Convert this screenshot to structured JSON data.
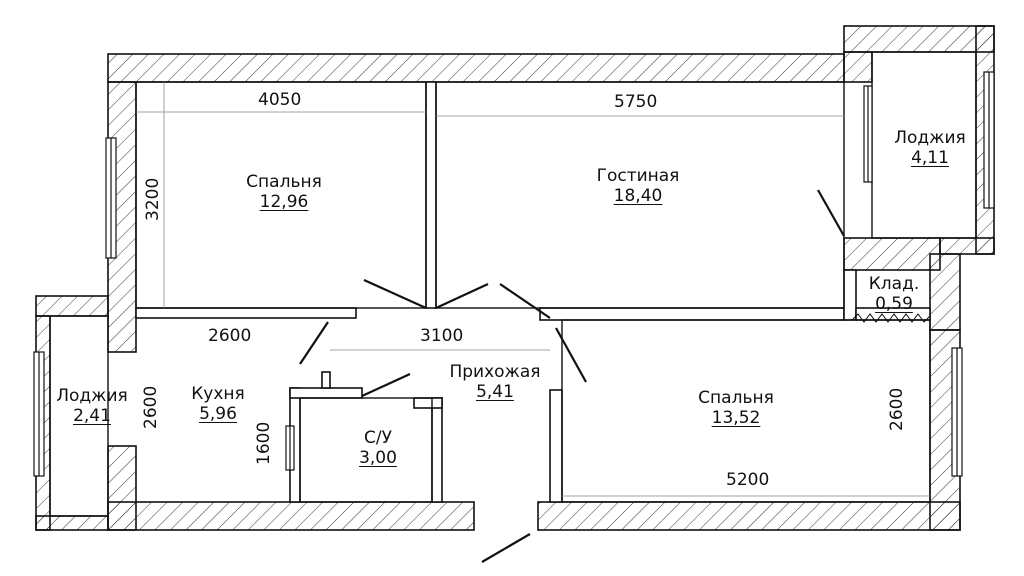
{
  "rooms": {
    "bedroom1": {
      "name": "Спальня",
      "area": "12,96"
    },
    "living": {
      "name": "Гостиная",
      "area": "18,40"
    },
    "loggia_top": {
      "name": "Лоджия",
      "area": "4,11"
    },
    "storage": {
      "name": "Клад.",
      "area": "0,59"
    },
    "loggia_left": {
      "name": "Лоджия",
      "area": "2,41"
    },
    "kitchen": {
      "name": "Кухня",
      "area": "5,96"
    },
    "hall": {
      "name": "Прихожая",
      "area": "5,41"
    },
    "bathroom": {
      "name": "С/У",
      "area": "3,00"
    },
    "bedroom2": {
      "name": "Спальня",
      "area": "13,52"
    }
  },
  "dimensions": {
    "d4050": "4050",
    "d5750": "5750",
    "d3200": "3200",
    "d2600_h": "2600",
    "d3100": "3100",
    "d2600_kitchen": "2600",
    "d1600": "1600",
    "d2600_right": "2600",
    "d5200": "5200"
  }
}
